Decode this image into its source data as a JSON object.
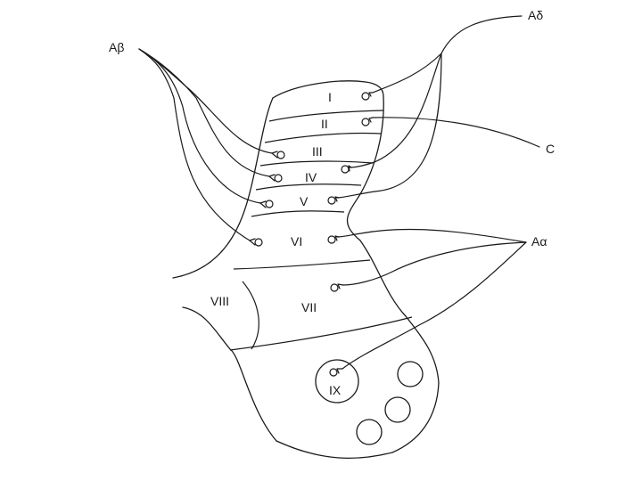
{
  "fibers": {
    "a_beta": "Aβ",
    "a_delta": "Aδ",
    "c": "C",
    "a_alpha": "Aα"
  },
  "laminae": [
    "I",
    "II",
    "III",
    "IV",
    "V",
    "VI",
    "VII",
    "VIII",
    "IX"
  ]
}
